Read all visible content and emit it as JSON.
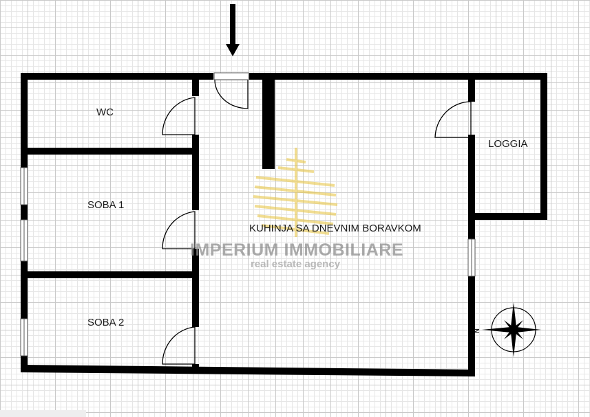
{
  "rooms": {
    "wc": "WC",
    "soba1": "SOBA 1",
    "soba2": "SOBA 2",
    "kitchen": "KUHINJA SA DNEVNIM BORAVKOM",
    "loggia": "LOGGIA"
  },
  "watermark": {
    "title": "IMPERIUM IMMOBILIARE",
    "subtitle": "real estate agency"
  },
  "compass": {
    "letter": "N"
  },
  "colors": {
    "wall": "#000000",
    "watermark_gold": "#e8c84a",
    "watermark_gray": "#8e8e8e"
  }
}
